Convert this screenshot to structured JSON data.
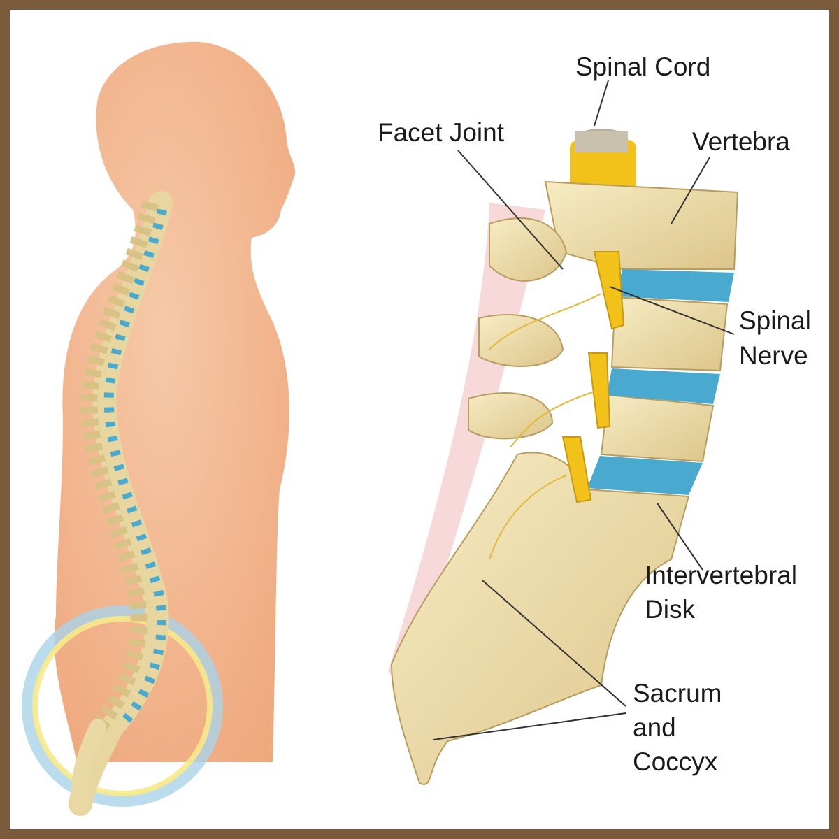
{
  "labels": {
    "spinal_cord": "Spinal Cord",
    "facet_joint": "Facet Joint",
    "vertebra": "Vertebra",
    "spinal_nerve_1": "Spinal",
    "spinal_nerve_2": "Nerve",
    "intervertebral_disk_1": "Intervertebral",
    "intervertebral_disk_2": "Disk",
    "sacrum_1": "Sacrum",
    "sacrum_2": "and",
    "sacrum_3": "Coccyx"
  },
  "colors": {
    "frame": "#7a5c3c",
    "skin": "#f3b995",
    "bone": "#efe1b0",
    "disk": "#4aa9cf",
    "nerve": "#f2c21b"
  }
}
